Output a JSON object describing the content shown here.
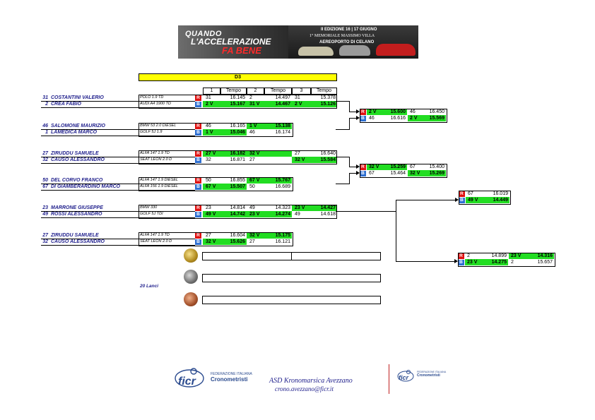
{
  "banner": {
    "line1": "QUANDO",
    "line2": "L'ACCELERAZIONE",
    "line3": "FA BENE",
    "edition": "II EDIZIONE 16 | 17 GIUGNO",
    "memorial": "1° MEMORIALE MASSIMO VILLA",
    "airport": "AEREOPORTO DI CELANO"
  },
  "title": "D3",
  "header": [
    "1",
    "Tempo",
    "2",
    "Tempo",
    "3",
    "Tempo"
  ],
  "pairs": [
    {
      "r": {
        "num": "31",
        "name": "COSTANTINI VALERIO",
        "car": "POLO 1.9 TD",
        "c1": "31",
        "t1": "16.145",
        "c2": "2",
        "t2": "14.497",
        "c3": "31",
        "t3": "15.378"
      },
      "b": {
        "num": "2",
        "name": "CREA FABIO",
        "car": "AUDI A4 1900 TD",
        "c1": "2  V",
        "t1": "15.167",
        "c2": "31  V",
        "t2": "14.467",
        "c3": "2  V",
        "t3": "15.126"
      }
    },
    {
      "r": {
        "num": "46",
        "name": "SALOMONE MAURIZIO",
        "car": "BMW 53 2.0 DIESEL",
        "c1": "46",
        "t1": "16.165",
        "c2": "1  V",
        "t2": "15.138"
      },
      "b": {
        "num": "1",
        "name": "LAMEDICA MARCO",
        "car": "GOLF 5J 1.9",
        "c1": "1  V",
        "t1": "15.046",
        "c2": "46",
        "t2": "16.174"
      }
    },
    {
      "r": {
        "num": "27",
        "name": "ZIRUDDU SAMUELE",
        "car": "ALFA 147 1.9 TD",
        "c1": "27  V",
        "t1": "16.182",
        "c2": "32  V",
        "t2": "",
        "c3": "27",
        "t3": "16.640"
      },
      "b": {
        "num": "32",
        "name": "CAUSO ALESSANDRO",
        "car": "SEAT LEON 2.0 D",
        "c1": "32",
        "t1": "16.871",
        "c2": "27",
        "t2": "",
        "c3": "32  V",
        "t3": "15.584"
      }
    },
    {
      "r": {
        "num": "50",
        "name": "DEL CORVO FRANCO",
        "car": "ALFA 147 1.9 DIESEL",
        "c1": "50",
        "t1": "16.855",
        "c2": "67  V",
        "t2": "15.767"
      },
      "b": {
        "num": "67",
        "name": "DI GIAMBERARDINO MARCO",
        "car": "ALFA 156 1.9 DIESEL",
        "c1": "67  V",
        "t1": "15.507",
        "c2": "50",
        "t2": "16.689"
      }
    },
    {
      "r": {
        "num": "23",
        "name": "MARRONE GIUSEPPE",
        "car": "BMW 330",
        "c1": "23",
        "t1": "14.814",
        "c2": "49",
        "t2": "14.323",
        "c3": "23  V",
        "t3": "14.427"
      },
      "b": {
        "num": "49",
        "name": "ROSSI ALESSANDRO",
        "car": "GOLF 5J TDI",
        "c1": "49  V",
        "t1": "14.742",
        "c2": "23  V",
        "t2": "14.274",
        "c3": "49",
        "t3": "14.618"
      }
    },
    {
      "r": {
        "num": "27",
        "name": "ZIRUDDU SAMUELE",
        "car": "ALFA 147 1.9 TD",
        "c1": "27",
        "t1": "16.604",
        "c2": "32  V",
        "t2": "15.175"
      },
      "b": {
        "num": "32",
        "name": "CAUSO ALESSANDRO",
        "car": "SEAT LEON 2.0 D",
        "c1": "32  V",
        "t1": "15.626",
        "c2": "27",
        "t2": "16.121"
      }
    }
  ],
  "semis": [
    {
      "r": {
        "c1": "2  V",
        "t1": "15.600",
        "c2": "46",
        "t2": "16.450"
      },
      "b": {
        "c1": "46",
        "t1": "16.616",
        "c2": "2  V",
        "t2": "15.569"
      }
    },
    {
      "r": {
        "c1": "32  V",
        "t1": "15.259",
        "c2": "67",
        "t2": "15.400"
      },
      "b": {
        "c1": "67",
        "t1": "15.464",
        "c2": "32  V",
        "t2": "15.269"
      }
    }
  ],
  "semi3": {
    "r": {
      "c1": "67",
      "t1": "16.019"
    },
    "b": {
      "c1": "49  V",
      "t1": "14.449"
    }
  },
  "final": {
    "r": {
      "c1": "2",
      "t1": "14.899",
      "c2": "23  V",
      "t2": "14.316"
    },
    "b": {
      "c1": "23  V",
      "t1": "14.275",
      "c2": "2",
      "t2": "15.657"
    }
  },
  "badges": {
    "r": "R",
    "b": "B"
  },
  "lanci": "20 Lanci",
  "footer": {
    "fed1": "FEDERAZIONE ITALIANA",
    "fed2": "Cronometristi",
    "ficr": "ficr",
    "asd": "ASD Kronomarsica Avezzano",
    "email": "crono.avezzano@ficr.it",
    "fed1_small": "FEDERAZIONE ITALIANA",
    "fed2_small": "Cronometristi",
    "ficr_small": "ficr"
  },
  "colors": {
    "win": "#22dd22",
    "red": "#e01010",
    "blue": "#2e6fd1",
    "title_bg": "#ffff00",
    "name": "#1f1f8c"
  }
}
